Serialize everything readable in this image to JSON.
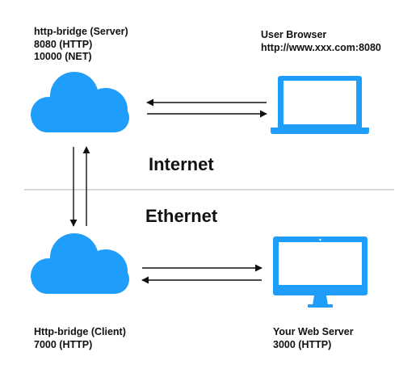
{
  "nodes": {
    "server": {
      "lines": [
        "http-bridge (Server)",
        "8080 (HTTP)",
        "10000 (NET)"
      ]
    },
    "browser": {
      "lines": [
        "User Browser",
        "http://www.xxx.com:8080"
      ]
    },
    "client": {
      "lines": [
        "Http-bridge (Client)",
        "7000 (HTTP)"
      ]
    },
    "webserver": {
      "lines": [
        "Your Web Server",
        "3000 (HTTP)"
      ]
    }
  },
  "zones": {
    "internet": "Internet",
    "ethernet": "Ethernet"
  },
  "icons": {
    "server": "cloud-icon",
    "client": "cloud-icon",
    "browser": "laptop-icon",
    "webserver": "monitor-icon"
  },
  "colors": {
    "icon": "#1e9dfa",
    "divider": "#cccccc",
    "arrow": "#111111"
  }
}
